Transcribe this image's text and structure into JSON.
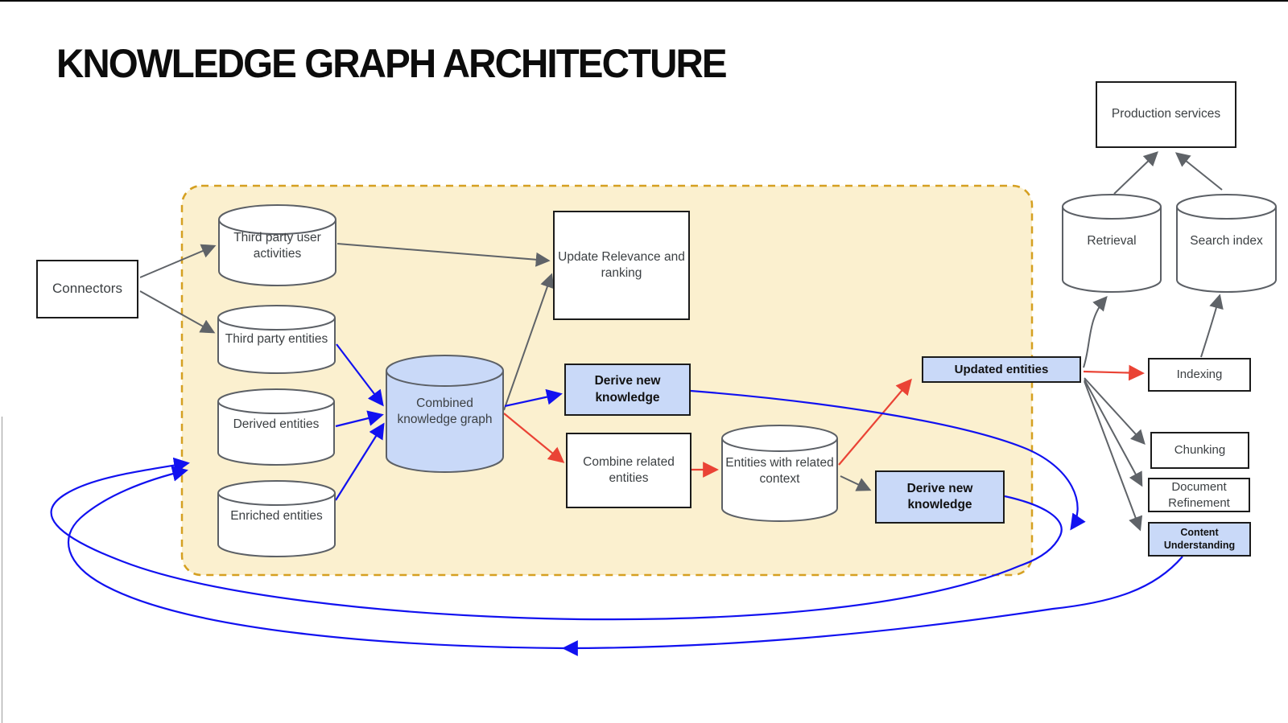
{
  "title": "KNOWLEDGE GRAPH ARCHITECTURE",
  "colors": {
    "container_fill": "#FBF0CF",
    "container_border": "#D5A021",
    "node_blue_fill": "#C9D9F8",
    "arrow_gray": "#5F6368",
    "arrow_blue": "#1111F0",
    "arrow_red": "#EA4335"
  },
  "nodes": {
    "connectors": "Connectors",
    "third_party_user_activities": "Third party user activities",
    "third_party_entities": "Third party entities",
    "derived_entities": "Derived entities",
    "enriched_entities": "Enriched entities",
    "combined_knowledge_graph": "Combined knowledge graph",
    "update_relevance": "Update Relevance and ranking",
    "derive_new_knowledge_1": "Derive new knowledge",
    "combine_related_entities": "Combine related entities",
    "entities_with_related_context": "Entities with related context",
    "derive_new_knowledge_2": "Derive new knowledge",
    "updated_entities": "Updated entities",
    "production_services": "Production services",
    "retrieval": "Retrieval",
    "search_index": "Search index",
    "indexing": "Indexing",
    "chunking": "Chunking",
    "document_refinement": "Document Refinement",
    "content_understanding": "Content Understanding"
  },
  "edges": [
    {
      "from": "connectors",
      "to": "third_party_user_activities",
      "color": "gray"
    },
    {
      "from": "connectors",
      "to": "third_party_entities",
      "color": "gray"
    },
    {
      "from": "third_party_user_activities",
      "to": "update_relevance",
      "color": "gray"
    },
    {
      "from": "combined_knowledge_graph",
      "to": "update_relevance",
      "color": "gray"
    },
    {
      "from": "third_party_entities",
      "to": "combined_knowledge_graph",
      "color": "blue"
    },
    {
      "from": "derived_entities",
      "to": "combined_knowledge_graph",
      "color": "blue"
    },
    {
      "from": "enriched_entities",
      "to": "combined_knowledge_graph",
      "color": "blue"
    },
    {
      "from": "combined_knowledge_graph",
      "to": "derive_new_knowledge_1",
      "color": "blue"
    },
    {
      "from": "combined_knowledge_graph",
      "to": "combine_related_entities",
      "color": "red"
    },
    {
      "from": "combine_related_entities",
      "to": "entities_with_related_context",
      "color": "red"
    },
    {
      "from": "entities_with_related_context",
      "to": "updated_entities",
      "color": "red"
    },
    {
      "from": "entities_with_related_context",
      "to": "derive_new_knowledge_2",
      "color": "gray"
    },
    {
      "from": "derive_new_knowledge_1",
      "to": "feedback_loop",
      "color": "blue"
    },
    {
      "from": "derive_new_knowledge_2",
      "to": "entity_stores_loop",
      "color": "blue"
    },
    {
      "from": "content_understanding",
      "to": "entity_stores_loop",
      "color": "blue"
    },
    {
      "from": "updated_entities",
      "to": "indexing",
      "color": "red"
    },
    {
      "from": "updated_entities",
      "to": "retrieval",
      "color": "gray"
    },
    {
      "from": "updated_entities",
      "to": "chunking",
      "color": "gray"
    },
    {
      "from": "updated_entities",
      "to": "document_refinement",
      "color": "gray"
    },
    {
      "from": "updated_entities",
      "to": "content_understanding",
      "color": "gray"
    },
    {
      "from": "indexing",
      "to": "search_index",
      "color": "gray"
    },
    {
      "from": "retrieval",
      "to": "production_services",
      "color": "gray"
    },
    {
      "from": "search_index",
      "to": "production_services",
      "color": "gray"
    }
  ]
}
